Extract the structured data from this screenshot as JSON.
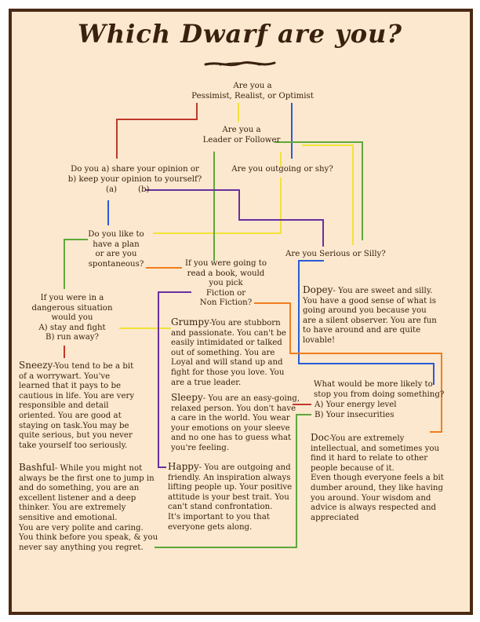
{
  "title": "Which Dwarf are you?",
  "colors": {
    "background": "#fbe8cf",
    "border": "#4a2a14",
    "text": "#3a200e",
    "red": "#c0392b",
    "yellow": "#f2e23a",
    "blue": "#2a5bd7",
    "green": "#5ea83a",
    "purple": "#6a2fa0",
    "orange": "#f07d1e"
  },
  "questions": {
    "q1": "Are you a\nPessimist, Realist, or Optimist",
    "q2": "Are you a\nLeader or Follower",
    "q3": "Do you a) share your opinion or\nb) keep your opinion to yourself?",
    "q3a": "(a)",
    "q3b": "(b)",
    "q4": "Are you outgoing or shy?",
    "q5": "Do you like to\nhave a plan\nor are you\nspontaneous?",
    "q6": "If you were going to\nread a book, would\nyou pick\nFiction or\nNon Fiction?",
    "q7": "Are you Serious or Silly?",
    "q8": "If you were in a\ndangerous situation\nwould you\nA) stay and fight\nB) run away?",
    "q9": "What would  be more likely to\nstop you from doing something?",
    "q9a": "A)  Your energy level",
    "q9b": "B)  Your insecurities"
  },
  "dwarfs": {
    "dopey": {
      "name": "Dopey",
      "text": "- You are sweet and silly.\nYou have a good sense of what is\ngoing around you because you\nare a silent observer. You are fun\nto have around and are quite\nlovable!"
    },
    "grumpy": {
      "name": "Grumpy",
      "text": "-You are stubborn\nand passionate. You can't be\neasily intimidated or talked\nout of something. You are\nLoyal and will stand up and\nfight for those you love. You\nare a true leader."
    },
    "sleepy": {
      "name": "Sleepy",
      "text": "- You are an easy-going,\nrelaxed person. You don't have\na care in the world. You wear\nyour emotions on your sleeve\nand no one has to guess what\nyou're feeling."
    },
    "sneezy": {
      "name": "Sneezy",
      "text": "-You tend to be a bit\nof a worrywart. You've\nlearned that it pays to be\ncautious in life. You are very\nresponsible and detail\noriented. You are good at\nstaying on task.You may be\nquite serious, but you never\ntake yourself too seriously."
    },
    "happy": {
      "name": "Happy",
      "text": "- You are outgoing and\nfriendly. An inspiration always\nlifting people up. Your positive\nattitude is your best trait. You\ncan't stand confrontation.\nIt's important to you that\neveryone gets along."
    },
    "bashful": {
      "name": "Bashful",
      "text": "- While you might not\nalways be the first one to jump in\nand do something, you are an\nexcellent listener and a deep\nthinker. You are extremely\nsensitive and emotional.\nYou are very polite and caring.\nYou think before you speak, & you\nnever say anything you regret."
    },
    "doc": {
      "name": "Doc",
      "text": "-You are extremely\nintellectual, and sometimes you\nfind it hard to relate to other\npeople because of it.\nEven though everyone feels a bit\ndumber around, they like having\nyou around. Your wisdom and\nadvice is always respected and\nappreciated"
    }
  }
}
